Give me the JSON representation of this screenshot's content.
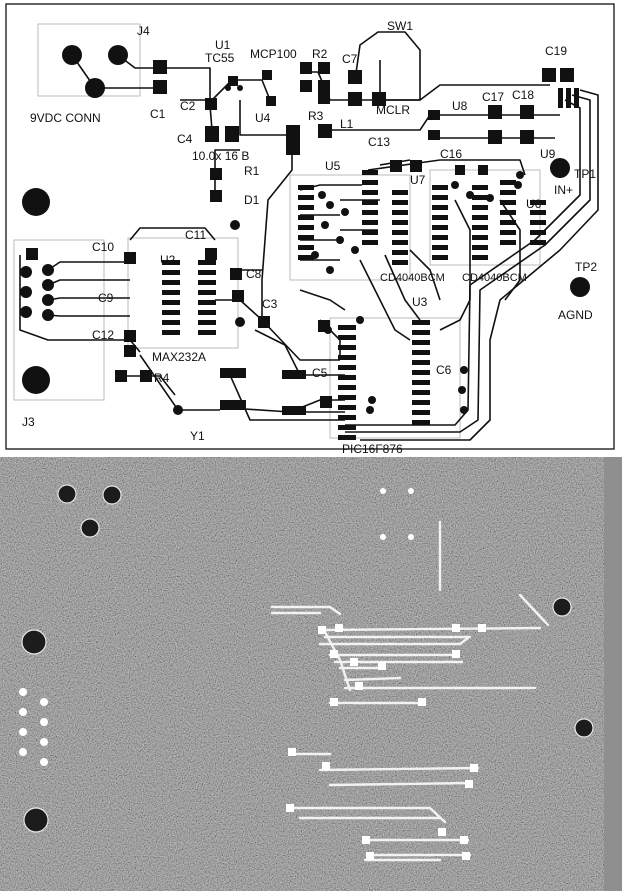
{
  "top_panel": {
    "background": "#ffffff",
    "ink": "#111111",
    "labels": {
      "j4": "J4",
      "u1": "U1",
      "tc55": "TC55",
      "mcp100": "MCP100",
      "r2": "R2",
      "sw1": "SW1",
      "c7": "C7",
      "c19": "C19",
      "c1": "C1",
      "c2": "C2",
      "nine_vdc_conn": "9VDC  CONN",
      "u4": "U4",
      "r3": "R3",
      "l1": "L1",
      "mclr": "MCLR",
      "u8": "U8",
      "c17": "C17",
      "c18": "C18",
      "c4": "C4",
      "c13": "C13",
      "ten_x_16b": "10.0x  16 B",
      "c16": "C16",
      "u9": "U9",
      "tp1": "TP1",
      "r1": "R1",
      "u5": "U5",
      "u7": "U7",
      "in_plus": "IN+",
      "d1": "D1",
      "u6": "U6",
      "c10": "C10",
      "c11": "C11",
      "u2": "U2",
      "c8": "C8",
      "tp2": "TP2",
      "cd4040_left": "CD4040BCM",
      "cd4040_right": "CD4040BCM",
      "c9": "C9",
      "c3": "C3",
      "u3": "U3",
      "agnd": "AGND",
      "c12": "C12",
      "max232a": "MAX232A",
      "r4": "R4",
      "c5": "C5",
      "c6": "C6",
      "j3": "J3",
      "y1": "Y1",
      "pic16f876": "PIC16F876"
    }
  },
  "bottom_panel": {
    "background": "#7d7d7d",
    "trace_color": "#f2f2f2",
    "pad_color": "#ffffff"
  }
}
